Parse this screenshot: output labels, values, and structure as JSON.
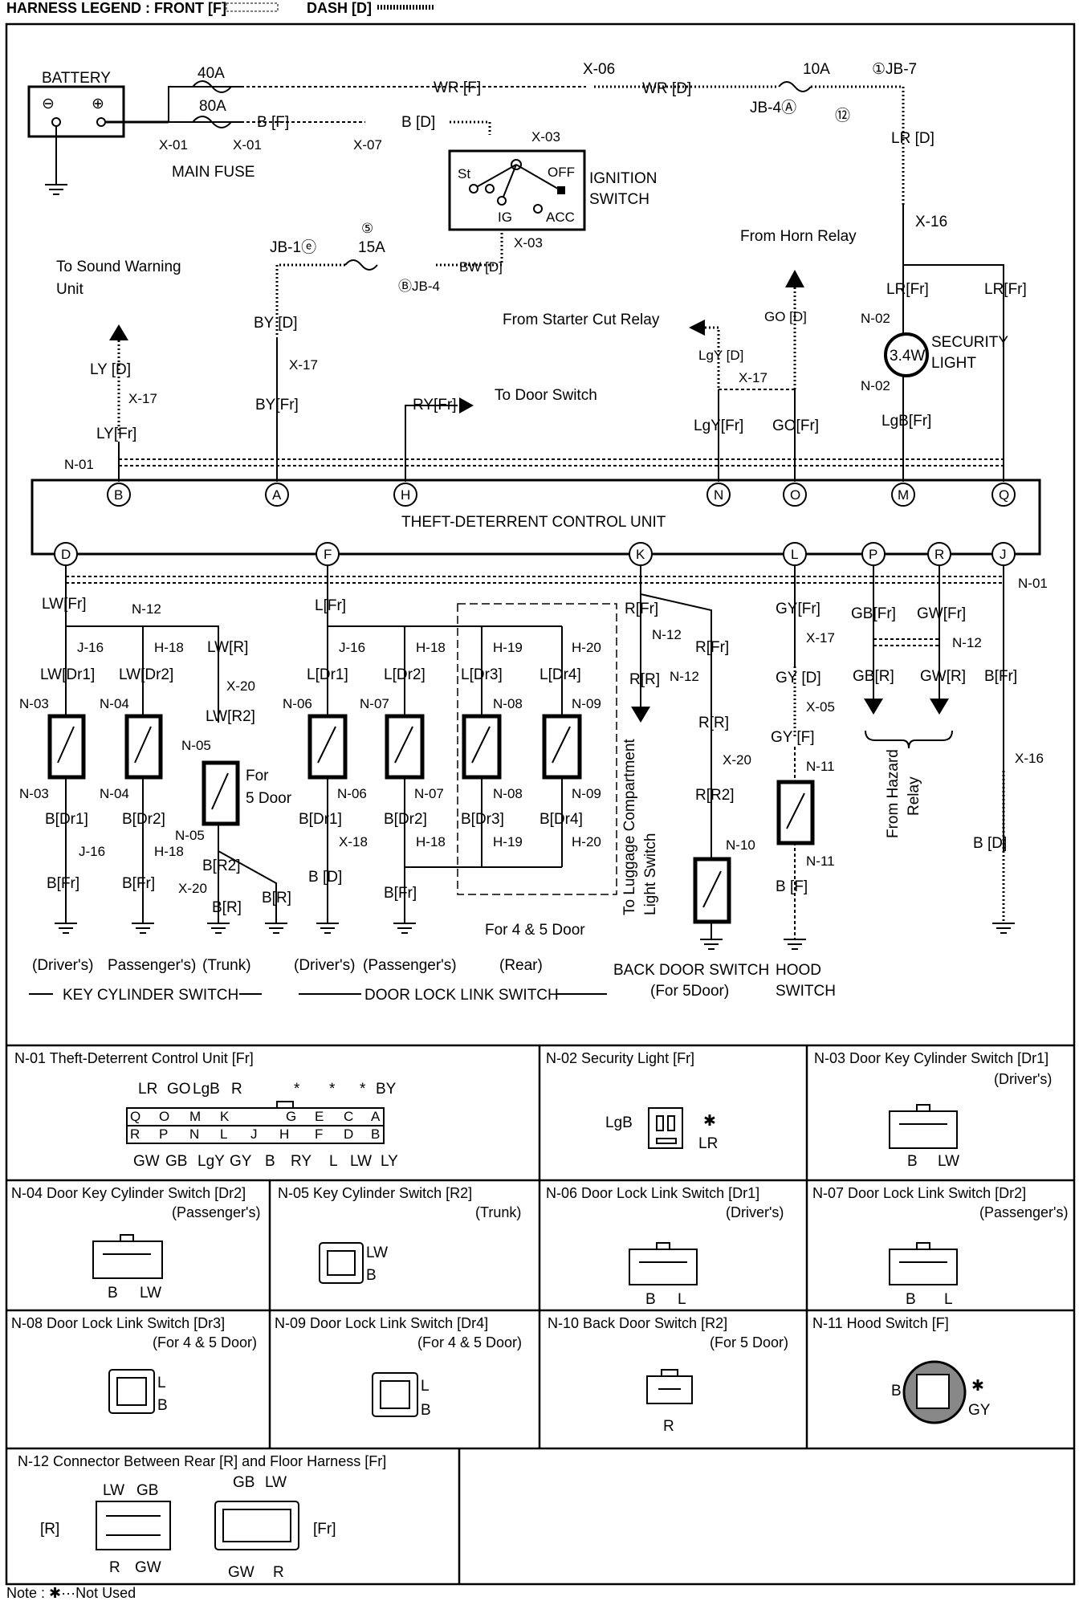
{
  "legend": {
    "title": "HARNESS LEGEND : FRONT [F]",
    "dash": "DASH [D]"
  },
  "power": {
    "battery": "BATTERY",
    "minus": "⊖",
    "plus": "⊕",
    "fuse40": "40A",
    "fuse80": "80A",
    "x01a": "X-01",
    "x01b": "X-01",
    "main_fuse": "MAIN FUSE",
    "bf": "B [F]",
    "x07": "X-07",
    "bd": "B [D]",
    "wrf": "WR [F]",
    "x06": "X-06",
    "wrd": "WR [D]",
    "fuse10": "10A",
    "jb7": "①JB-7",
    "jb4a": "JB-4Ⓐ",
    "n12circ": "⑫",
    "lrd": "LR [D]",
    "x16": "X-16",
    "x03a": "X-03",
    "x03b": "X-03",
    "st": "St",
    "off": "OFF",
    "ig": "IG",
    "acc": "ACC",
    "ign1": "IGNITION",
    "ign2": "SWITCH",
    "jb1": "JB-1ⓔ",
    "five": "⑤",
    "fuse15": "15A",
    "bwd": "BW [D]",
    "jb4b": "ⒷJB-4"
  },
  "top": {
    "sound1": "To Sound Warning",
    "sound2": "Unit",
    "horn": "From Horn Relay",
    "starter": "From Starter Cut Relay",
    "door_switch": "To Door Switch",
    "byd": "BY [D]",
    "x17a": "X-17",
    "byfr": "BY[Fr]",
    "lyd": "LY [D]",
    "x17b": "X-17",
    "lyfr": "LY[Fr]",
    "n01": "N-01",
    "ryfr": "RY[Fr]",
    "lgyd": "LgY [D]",
    "x17c": "X-17",
    "gd": "GO [D]",
    "lgyfr": "LgY[Fr]",
    "gfr": "GO[Fr]",
    "lrfr1": "LR[Fr]",
    "lrfr2": "LR[Fr]",
    "n02a": "N-02",
    "n02b": "N-02",
    "w34": "3.4W",
    "sec1": "SECURITY",
    "sec2": "LIGHT",
    "lgbfr": "LgB[Fr]"
  },
  "unit": {
    "title": "THEFT-DETERRENT CONTROL UNIT",
    "top_pins": [
      "B",
      "A",
      "H",
      "N",
      "O",
      "M",
      "Q"
    ],
    "bot_pins": [
      "D",
      "F",
      "K",
      "L",
      "P",
      "R",
      "J"
    ]
  },
  "bottom": {
    "lwfr": "LW[Fr]",
    "n12a": "N-12",
    "j16a": "J-16",
    "h18a": "H-18",
    "lwr": "LW[R]",
    "lwdr1": "LW[Dr1]",
    "lwdr2": "LW[Dr2]",
    "x20a": "X-20",
    "lwr2": "LW[R2]",
    "n03a": "N-03",
    "n04a": "N-04",
    "n05a": "N-05",
    "for5": "For",
    "for5b": "5 Door",
    "n03b": "N-03",
    "n04b": "N-04",
    "n05b": "N-05",
    "bdr1": "B[Dr1]",
    "bdr2": "B[Dr2]",
    "br2": "B[R2]",
    "j16b": "J-16",
    "h18b": "H-18",
    "x20b": "X-20",
    "brA": "B[R]",
    "brB": "B[R]",
    "bfr1": "B[Fr]",
    "bfr2": "B[Fr]",
    "drivers": "(Driver's)",
    "passengers": "Passenger's)",
    "trunk": "(Trunk)",
    "key_cyl": "KEY CYLINDER SWITCH",
    "lfr": "L[Fr]",
    "j16c": "J-16",
    "h18c": "H-18",
    "h19a": "H-19",
    "h20a": "H-20",
    "ldr1": "L[Dr1]",
    "ldr2": "L[Dr2]",
    "ldr3": "L[Dr3]",
    "ldr4": "L[Dr4]",
    "n06a": "N-06",
    "n07a": "N-07",
    "n08a": "N-08",
    "n09a": "N-09",
    "n06b": "N-06",
    "n07b": "N-07",
    "n08b": "N-08",
    "n09b": "N-09",
    "bdr1b": "B[Dr1]",
    "bdr2b": "B[Dr2]",
    "bdr3": "B[Dr3]",
    "bdr4": "B[Dr4]",
    "x18": "X-18",
    "h18d": "H-18",
    "h19b": "H-19",
    "h20b": "H-20",
    "bd2": "B [D]",
    "bfr3": "B[Fr]",
    "for45": "For 4 & 5 Door",
    "drivers2": "(Driver's)",
    "passengers2": "(Passenger's)",
    "rear": "(Rear)",
    "door_lock": "DOOR LOCK LINK SWITCH",
    "rfr1": "R[Fr]",
    "n12b": "N-12",
    "rr": "R[R]",
    "rfr2": "R[Fr]",
    "n12c": "N-12",
    "rr2": "R[R]",
    "x20c": "X-20",
    "rr2b": "R[R2]",
    "n10": "N-10",
    "lug1": "To Luggage Compartment",
    "lug2": "Light Switch",
    "back1": "BACK DOOR SWITCH",
    "back2": "(For 5Door)",
    "gyfr": "GY[Fr]",
    "x17d": "X-17",
    "gyd": "GY [D]",
    "x05": "X-05",
    "gyf": "GY [F]",
    "n11a": "N-11",
    "n11b": "N-11",
    "bf2": "B [F]",
    "hood1": "HOOD",
    "hood2": "SWITCH",
    "gbfr": "GB[Fr]",
    "gwfr": "GW[Fr]",
    "n12d": "N-12",
    "gbr": "GB[R]",
    "gwr": "GW[R]",
    "hazard1": "From Hazard",
    "hazard2": "Relay",
    "n01b": "N-01",
    "bfr4": "B[Fr]",
    "x16b": "X-16",
    "bd3": "B [D]"
  },
  "cells": {
    "c1": "N-01 Theft-Deterrent Control Unit [Fr]",
    "c2": "N-02 Security Light [Fr]",
    "c3": "N-03 Door Key Cylinder Switch [Dr1]",
    "c3s": "(Driver's)",
    "c4": "N-04 Door Key Cylinder Switch [Dr2]",
    "c4s": "(Passenger's)",
    "c5": "N-05 Key Cylinder Switch [R2]",
    "c5s": "(Trunk)",
    "c6": "N-06 Door Lock Link Switch [Dr1]",
    "c6s": "(Driver's)",
    "c7": "N-07 Door Lock Link Switch [Dr2]",
    "c7s": "(Passenger's)",
    "c8": "N-08 Door Lock Link Switch [Dr3]",
    "c8s": "(For 4 & 5 Door)",
    "c9": "N-09 Door Lock Link Switch [Dr4]",
    "c9s": "(For 4 & 5 Door)",
    "c10": "N-10 Back Door Switch [R2]",
    "c10s": "(For 5 Door)",
    "c11": "N-11 Hood Switch [F]",
    "c12": "N-12 Connector Between Rear [R]  and Floor Harness [Fr]"
  },
  "conn": {
    "n01_top": [
      "LR",
      "GO",
      "LgB",
      "R",
      "*",
      "*",
      "*",
      "BY"
    ],
    "n01_bot": [
      "GW",
      "GB",
      "LgY",
      "GY",
      "B",
      "RY",
      "L",
      "LW",
      "LY"
    ],
    "n01_pins_top": [
      "Q",
      "O",
      "M",
      "K",
      "G",
      "E",
      "C",
      "A"
    ],
    "n01_pins_bot": [
      "R",
      "P",
      "N",
      "L",
      "J",
      "H",
      "F",
      "D",
      "B"
    ],
    "lgb": "LgB",
    "star": "✱",
    "lr": "LR",
    "b": "B",
    "lw": "LW",
    "l": "L",
    "r": "R",
    "gy": "GY",
    "rbr": "[R]",
    "frbr": "[Fr]",
    "gb": "GB",
    "gw": "GW"
  },
  "note": "Note : ✱···Not Used"
}
